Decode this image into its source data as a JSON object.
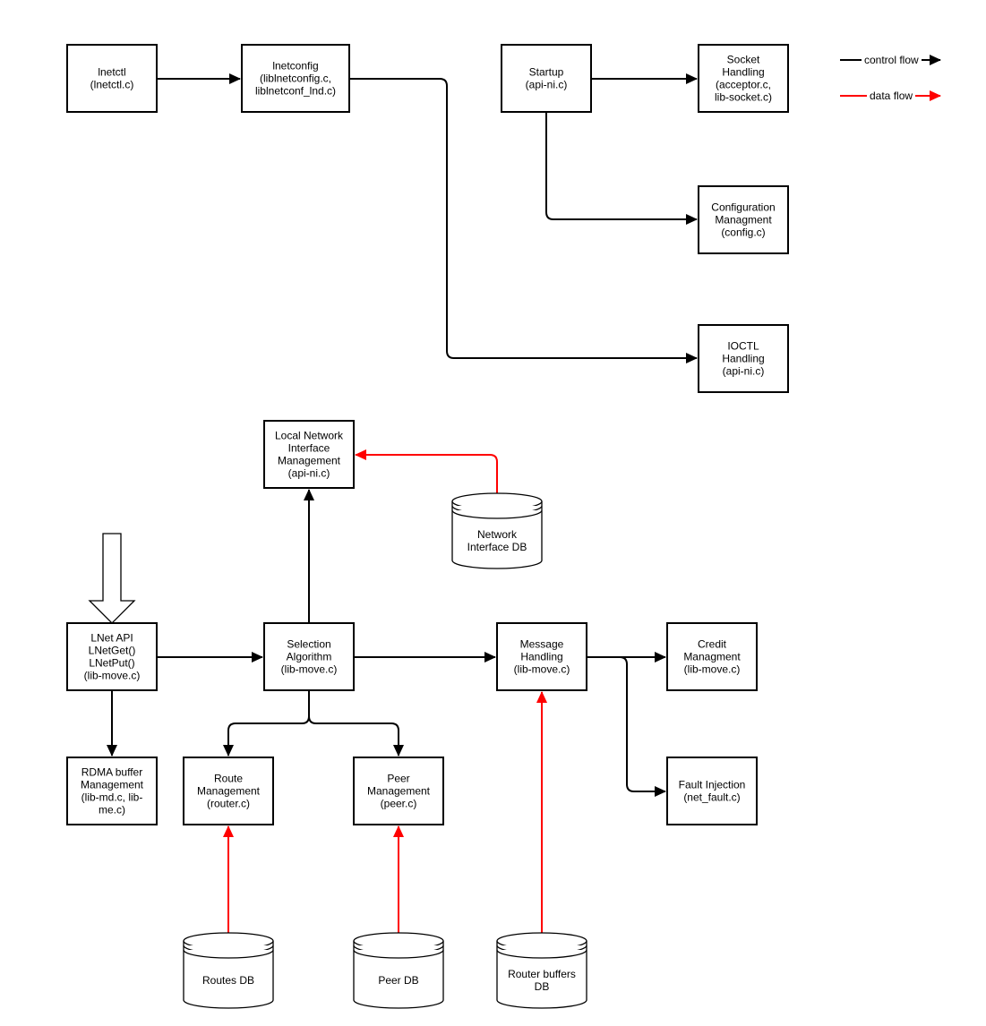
{
  "legend": {
    "control_label": "control flow",
    "data_label": "data flow",
    "control_color": "#000000",
    "data_color": "#ff0000"
  },
  "nodes": {
    "lnetctl": [
      "lnetctl",
      "(lnetctl.c)"
    ],
    "lnetconfig": [
      "lnetconfig",
      "(liblnetconfig.c,",
      "liblnetconf_lnd.c)"
    ],
    "startup": [
      "Startup",
      "(api-ni.c)"
    ],
    "socket": [
      "Socket",
      "Handling",
      "(acceptor.c,",
      "lib-socket.c)"
    ],
    "config": [
      "Configuration",
      "Managment",
      "(config.c)"
    ],
    "ioctl": [
      "IOCTL",
      "Handling",
      "(api-ni.c)"
    ],
    "lni": [
      "Local Network",
      "Interface",
      "Management",
      "(api-ni.c)"
    ],
    "netdb": [
      "Network",
      "Interface DB"
    ],
    "lnetapi": [
      "LNet API",
      "LNetGet()",
      "LNetPut()",
      "(lib-move.c)"
    ],
    "selection": [
      "Selection",
      "Algorithm",
      "(lib-move.c)"
    ],
    "message": [
      "Message",
      "Handling",
      "(lib-move.c)"
    ],
    "credit": [
      "Credit",
      "Managment",
      "(lib-move.c)"
    ],
    "rdma": [
      "RDMA buffer",
      "Management",
      "(lib-md.c, lib-",
      "me.c)"
    ],
    "route": [
      "Route",
      "Management",
      "(router.c)"
    ],
    "peer": [
      "Peer",
      "Management",
      "(peer.c)"
    ],
    "fault": [
      "Fault Injection",
      "(net_fault.c)"
    ],
    "routesdb": [
      "Routes DB"
    ],
    "peerdb": [
      "Peer DB"
    ],
    "routerdb": [
      "Router buffers",
      "DB"
    ]
  },
  "edges": [
    {
      "id": "lnetctl-to-lnetconfig",
      "from": "lnetctl",
      "to": "lnetconfig",
      "flow": "control"
    },
    {
      "id": "lnetconfig-to-ioctl",
      "from": "lnetconfig",
      "to": "ioctl",
      "flow": "control"
    },
    {
      "id": "startup-to-socket",
      "from": "startup",
      "to": "socket",
      "flow": "control"
    },
    {
      "id": "startup-to-config",
      "from": "startup",
      "to": "config",
      "flow": "control"
    },
    {
      "id": "netdb-to-lni",
      "from": "netdb",
      "to": "lni",
      "flow": "data"
    },
    {
      "id": "selection-to-lni",
      "from": "selection",
      "to": "lni",
      "flow": "control"
    },
    {
      "id": "lnetapi-to-selection",
      "from": "lnetapi",
      "to": "selection",
      "flow": "control"
    },
    {
      "id": "selection-to-message",
      "from": "selection",
      "to": "message",
      "flow": "control"
    },
    {
      "id": "message-to-credit",
      "from": "message",
      "to": "credit",
      "flow": "control"
    },
    {
      "id": "message-to-fault",
      "from": "message",
      "to": "fault",
      "flow": "control"
    },
    {
      "id": "lnetapi-to-rdma",
      "from": "lnetapi",
      "to": "rdma",
      "flow": "control"
    },
    {
      "id": "selection-to-route",
      "from": "selection",
      "to": "route",
      "flow": "control"
    },
    {
      "id": "selection-to-peer",
      "from": "selection",
      "to": "peer",
      "flow": "control"
    },
    {
      "id": "routesdb-to-route",
      "from": "routesdb",
      "to": "route",
      "flow": "data"
    },
    {
      "id": "peerdb-to-peer",
      "from": "peerdb",
      "to": "peer",
      "flow": "data"
    },
    {
      "id": "routerdb-to-message",
      "from": "routerdb",
      "to": "message",
      "flow": "data"
    }
  ]
}
